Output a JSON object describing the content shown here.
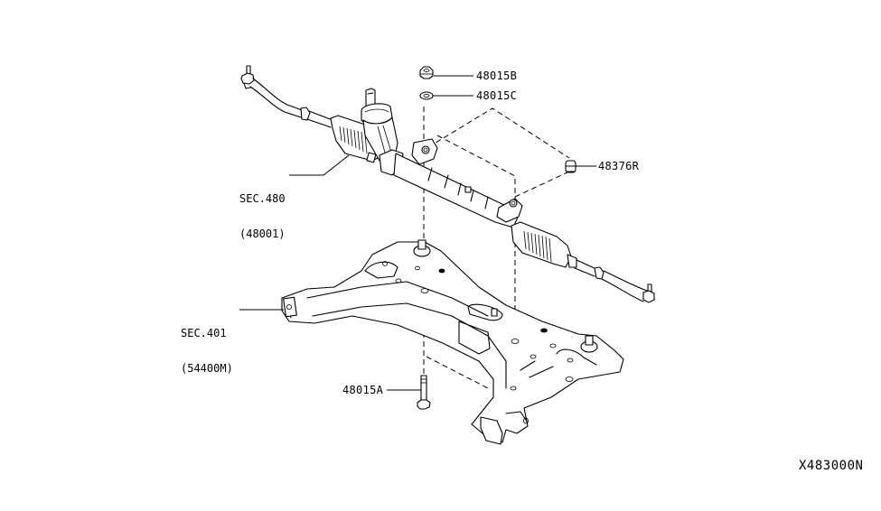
{
  "diagram": {
    "title_code": "X483000N",
    "parts": [
      {
        "id": "nut",
        "label": "48015B",
        "description": "nut"
      },
      {
        "id": "washer",
        "label": "48015C",
        "description": "washer"
      },
      {
        "id": "bushing",
        "label": "48376R",
        "description": "insulator bushing"
      },
      {
        "id": "bolt",
        "label": "48015A",
        "description": "bolt"
      }
    ],
    "sections": [
      {
        "id": "steering-gear",
        "line1": "SEC.480",
        "line2": "(48001)"
      },
      {
        "id": "front-suspension-member",
        "line1": "SEC.401",
        "line2": "(54400M)"
      }
    ]
  }
}
